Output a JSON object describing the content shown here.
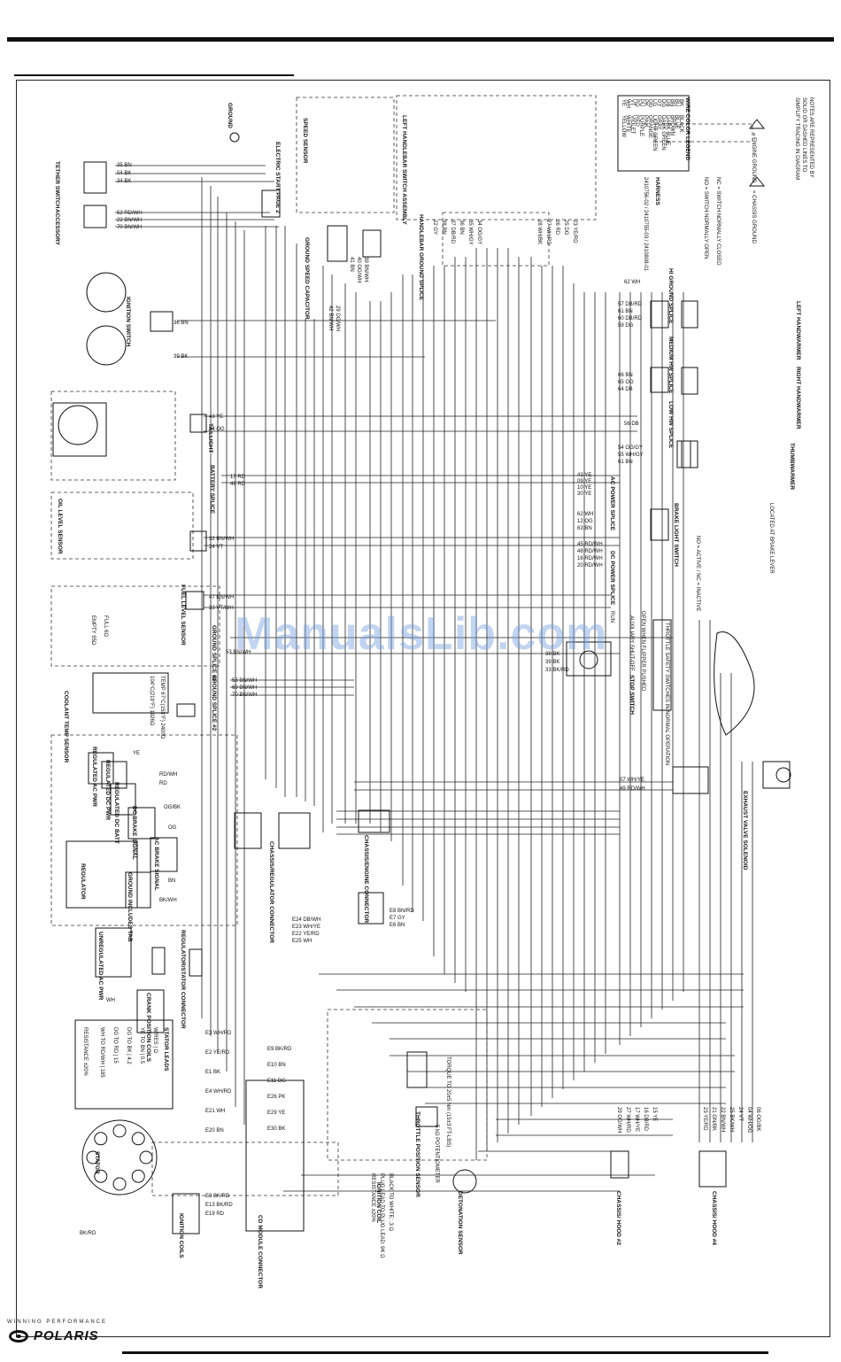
{
  "footer": {
    "tagline": "WINNING PERFORMANCE",
    "brand": "POLARIS"
  },
  "watermark": "ManualsLib.com",
  "notes": {
    "lines": [
      "NOTES ARE REPRESENTED BY",
      "SOLID OR DASHED LINES TO",
      "SIMPLIFY TRACING IN DIAGRAM"
    ],
    "engine_ground": "= ENGINE GROUND",
    "chassis_ground": "= CHASSIS GROUND",
    "nc": "NC = SWITCH NORMALLY CLOSED",
    "no": "NO = SWITCH NORMALLY OPEN",
    "harness_title": "HARNESS",
    "harness_numbers": "2410756-02 / 2410755-03 / 2410808-01"
  },
  "color_legend": {
    "title": "WIRE COLOR LEGEND",
    "rows": [
      [
        "BK",
        "BLACK"
      ],
      [
        "BU",
        "BLUE"
      ],
      [
        "BN",
        "BROWN"
      ],
      [
        "DB",
        "DARK BLUE"
      ],
      [
        "DG",
        "DARK GREEN"
      ],
      [
        "GY",
        "GRAY"
      ],
      [
        "LG",
        "LIGHT GREEN"
      ],
      [
        "OG",
        "ORANGE"
      ],
      [
        "PK",
        "PINK"
      ],
      [
        "PU",
        "PURPLE"
      ],
      [
        "RD",
        "RED"
      ],
      [
        "VT",
        "VIOLET"
      ],
      [
        "WH",
        "WHITE"
      ],
      [
        "YE",
        "YELLOW"
      ]
    ]
  },
  "components": {
    "tether_switch": "TETHER SWITCH",
    "accessory": "ACCESSORY",
    "ignition_switch": "IGNITION SWITCH",
    "taillight": "TAILLIGHT",
    "oil_level_sensor": "OIL LEVEL SENSOR",
    "fuel_level_sensor": "FUEL LEVEL SENSOR",
    "coolant_temp_sensor": "COOLANT TEMP SENSOR",
    "regulator": "REGULATOR",
    "stator": "STATOR",
    "crank_position_coils": "CRANK POSITION COILS",
    "ignition_coils": "IGNITION COILS",
    "cd_module_connector": "CD MODULE CONNECTOR",
    "regulator_stator_connector": "REGULATOR/STATOR CONNECTOR",
    "chassis_regulator_connector": "CHASSIS/REGULATOR CONNECTOR",
    "chassis_engine_connector": "CHASSIS/ENGINE CONNECTOR",
    "throttle_position_sensor": "THROTTLE POSITION SENSOR",
    "ignition_coil": "IGNITION COIL",
    "detonation_sensor": "DETONATION SENSOR",
    "chassis_hood_2": "CHASSIS/ HOOD #2",
    "chassis_hood_4": "CHASSIS/ HOOD #4",
    "exhaust_valve_solenoid": "EXHAUST VALVE SOLENOID",
    "stop_switch": "STOP SWITCH",
    "dc_power_splice": "DC POWER SPLICE",
    "ac_power_splice": "AC POWER SPLICE",
    "brake_light_switch": "BRAKE LIGHT SWITCH",
    "thumbwarmer": "THUMBWARMER",
    "left_handwarmer": "LEFT HANDWARMER",
    "right_handwarmer": "RIGHT HANDWARMER",
    "battery_splice": "BATTERY SPLICE",
    "ground_splice_1": "GROUND SPLICE #1",
    "ground_splice_2": "GROUND SPLICE #2",
    "electric_start": "ELECTRIC START PAGE 2",
    "ground": "GROUND",
    "speed_sensor": "SPEED SENSOR",
    "ground_speed_capacitor": "GROUND SPEED CAPACITOR",
    "handlebar_ground_splice": "HANDLEBAR GROUND SPLICE",
    "left_handlebar_switch_assembly": "LEFT HANDLEBAR SWITCH ASSEMBLY",
    "hi_ground_splice": "HI GROUND SPLICE",
    "medium_hw_splice": "MEDIUM HW SPLICE",
    "low_hw_splice": "LOW HW SPLICE",
    "unregulated_ac_pwr": "UNREGULATED AC PWR",
    "regulated_ac_pwr": "REGULATED AC PWR",
    "regulated_dc_pwr": "REGULATED DC PWR",
    "regulated_dc_batt": "REGULATED DC BATT",
    "dc_brake_signal": "DC BRAKE SIGNAL",
    "ac_brake_signal": "AC BRAKE SIGNAL",
    "ground_includes_tab": "GROUND INCLUDES TAB"
  },
  "annotations": {
    "brake_lever": "LOCATED AT BRAKE LEVER",
    "brake_applied": "NO = ACTIVE / NC = INACTIVE",
    "throttle_safety": "THROTTLE SAFETY SWITCHES IN NORMAL OPERATION",
    "aux_shutoff": "AUXILIARY SHUT-OFF",
    "run": "RUN",
    "open_when_flipper_pushed": "OPEN WHEN FLIPPER PUSHED",
    "stator_table_title": "STATOR LEADS",
    "stator_table_rows": [
      "WIRES | Ω",
      "YE TO BN | 0.5",
      "DG TO BK | 4.2",
      "DG TO RD | 15",
      "WH TO RD/WH | 185"
    ],
    "stator_resistance": "RESISTANCE ±20%",
    "coolant_table": [
      "TEMP 67°C(153°F) 2400Ω",
      "104°C(219°F) 1926Ω"
    ],
    "fuel_table": [
      "FULL 6Ω",
      "EMPTY 95Ω"
    ],
    "tps_note": "5 kΩ POTENTIOMETER",
    "detonation_note": "TORQUE TO 20±5 Nm (15±3 FT-LBS)",
    "ignition_note": [
      "BLACK TO WHITE: .3 Ω",
      "PLUG LEAD TO PLUG LEAD: 9K Ω",
      "RESISTANCE ±20%"
    ]
  },
  "wires": {
    "tether": [
      "35 BN",
      "04 BK",
      "34 BK"
    ],
    "accessory": [
      "52 RD/WH",
      "22 BN/WH",
      "70 BN/WH"
    ],
    "ignition": [
      "36 BN",
      "39 BK"
    ],
    "taillight": [
      "43 YE",
      "44 OG"
    ],
    "battery": [
      "17 RD",
      "46 RD"
    ],
    "oil": [
      "32 BN/WH",
      "24 VT"
    ],
    "fuel": [
      "47 BN/WH",
      "33 VT/WH"
    ],
    "ground1": [
      "53 BN/WH"
    ],
    "ground2": [
      "53 BN/WH",
      "69 BN/WH",
      "70 BN/WH"
    ],
    "exhaust": [
      "07 WH/YE",
      "49 RD/WH"
    ],
    "stop": [
      "38 BK",
      "39 BK",
      "33 BK/RD"
    ],
    "dc_power": [
      "45 RD/WH",
      "48 RD/WH",
      "16 RD/WH",
      "20 RD/WH"
    ],
    "brake": [
      "62 WH",
      "12 OG",
      "63 BN"
    ],
    "ac_power": [
      "43 YE",
      "09 YE",
      "10 YE",
      "30 YE"
    ],
    "thumb": [
      "54 OG/GY",
      "55 WH/GY",
      "61 BN"
    ],
    "low_hw": [
      "56 DB"
    ],
    "right_hw": [
      "66 BN",
      "65 OG",
      "64 DB"
    ],
    "medium_hw": [
      "57 DB/RD",
      "61 BN",
      "60 DB/RD",
      "59 DG"
    ],
    "hi_ground": [
      "62 WH"
    ],
    "left_switch": [
      "23 YE/RD",
      "25 DG",
      "26 RD",
      "27 WH/RD",
      "28 WH/BK"
    ],
    "left_switch_b": [
      "34 OG/GY",
      "35 WH/GY",
      "36 BN",
      "37 DB/RD",
      "38 BN",
      "22 GY"
    ],
    "speed": [
      "39 BN/WH",
      "40 OG/WH",
      "41 BN"
    ],
    "capacitor": [
      "29 DG/WH",
      "42 BN/WH"
    ],
    "chassis_engine_left": [
      "E24 DB/WH",
      "E23 WH/YE",
      "E22 YE/RD",
      "E25 WH"
    ],
    "chassis_engine_right": [
      "E8 BN/RD",
      "E7 GY",
      "E6 BN"
    ],
    "cd_left": [
      "E3 WH/RD",
      "E2 YE/RD",
      "E1 BK",
      "E4 WH/RD",
      "E21 WH",
      "E20 BN"
    ],
    "cd_right": [
      "E9 BK/RD",
      "E10 BN",
      "E11 DG",
      "E26 PK",
      "E29 YE",
      "E30 BK"
    ],
    "ign": [
      "E3 BK/RD",
      "E13 BK/RD",
      "E19 RD"
    ],
    "hood2": [
      "15 YE",
      "16 DB/RD",
      "17 WH/YE",
      "27 WH/RD",
      "29 OG/WH"
    ],
    "hood4": [
      "06 OG/BK",
      "04 WH/OG",
      "24 VT",
      "25 BK/WH",
      "22 BN/WH",
      "21 GN/BK",
      "23 YE/RD"
    ],
    "regulator_misc": [
      "YE",
      "RD/WH",
      "RD",
      "OG/BK",
      "OG",
      "BN",
      "BK/WH",
      "WH",
      "BK/RD"
    ]
  }
}
